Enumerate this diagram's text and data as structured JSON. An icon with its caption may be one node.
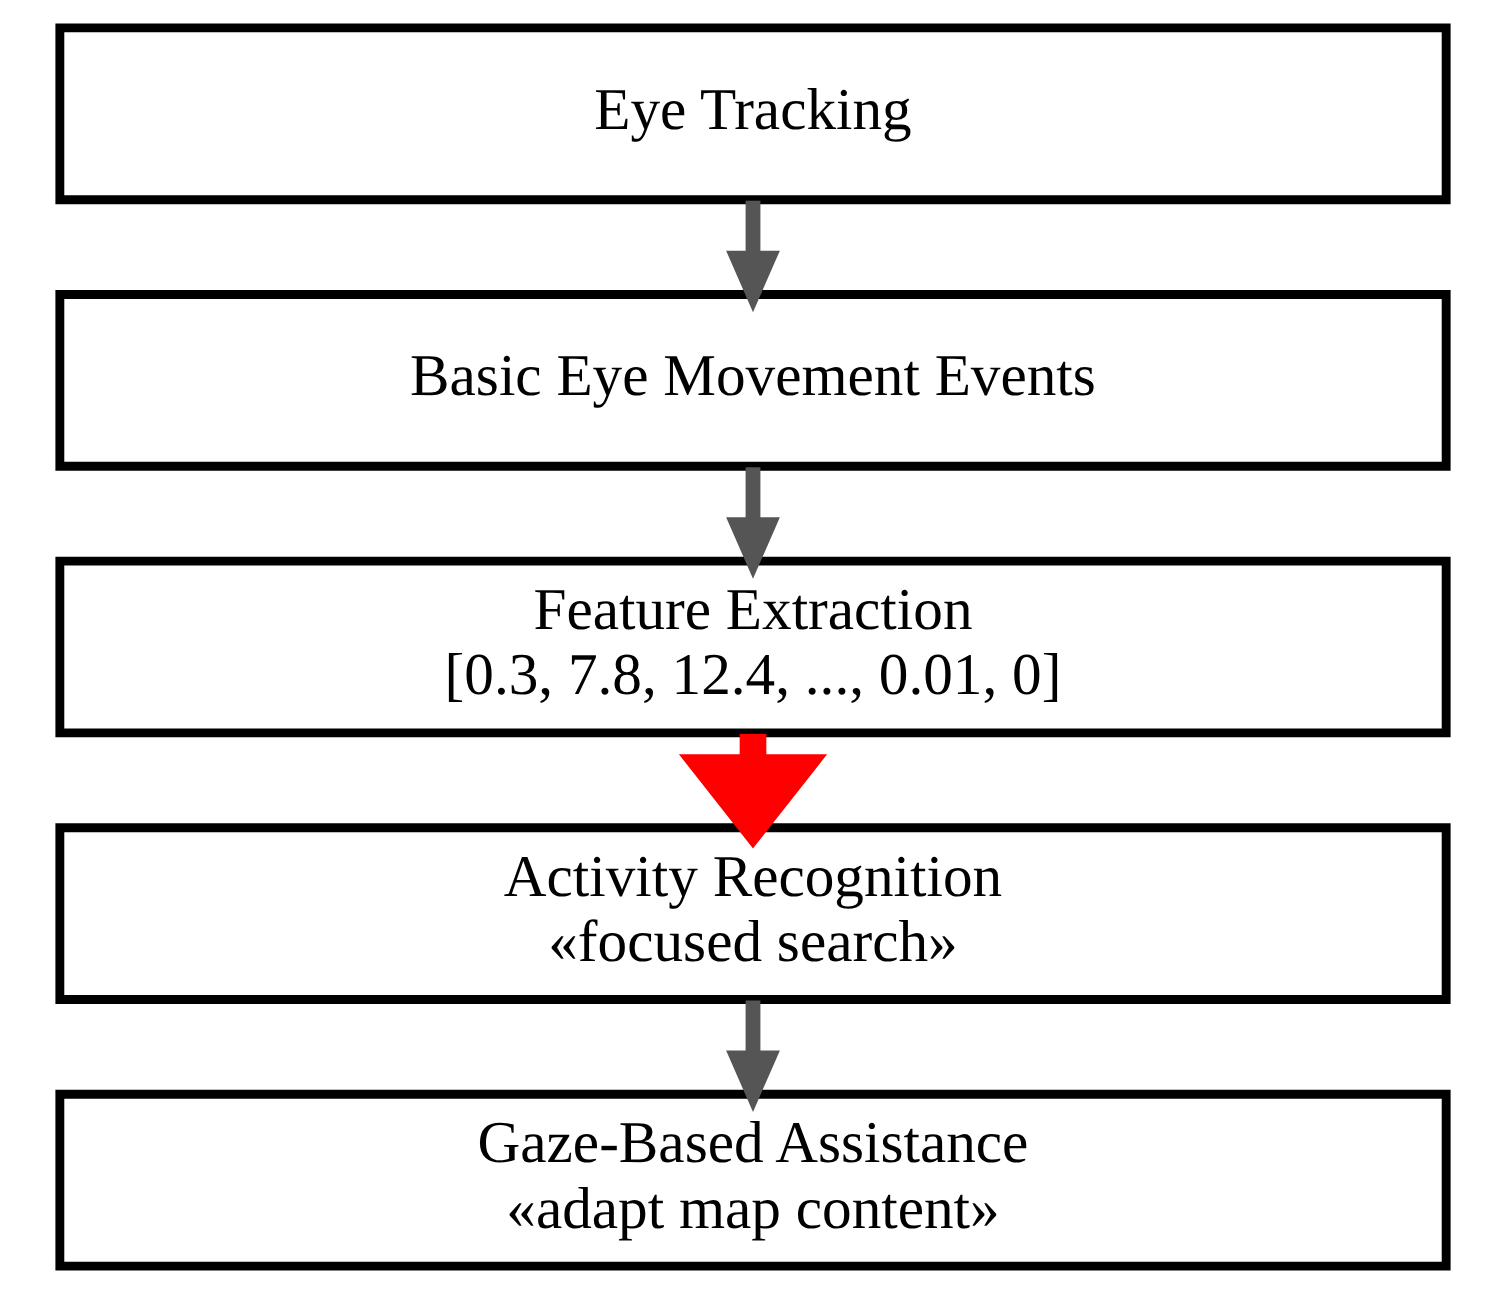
{
  "diagram": {
    "nodes": [
      {
        "text": [
          "Eye Tracking"
        ]
      },
      {
        "text": [
          "Basic Eye Movement Events"
        ]
      },
      {
        "text": [
          "Feature Extraction",
          "[0.3, 7.8, 12.4, ..., 0.01, 0]"
        ]
      },
      {
        "text": [
          "Activity Recognition",
          "«focused search»"
        ]
      },
      {
        "text": [
          "Gaze-Based Assistance",
          "«adapt map content»"
        ]
      }
    ],
    "edges": [
      {
        "from": 0,
        "to": 1,
        "arrow": "to"
      },
      {
        "from": 1,
        "to": 2,
        "arrow": "to"
      },
      {
        "from": 2,
        "to": 3,
        "arrow": "to",
        "style": "thick",
        "color": "#ff0000"
      },
      {
        "from": 3,
        "to": 4,
        "arrow": "to"
      }
    ]
  }
}
